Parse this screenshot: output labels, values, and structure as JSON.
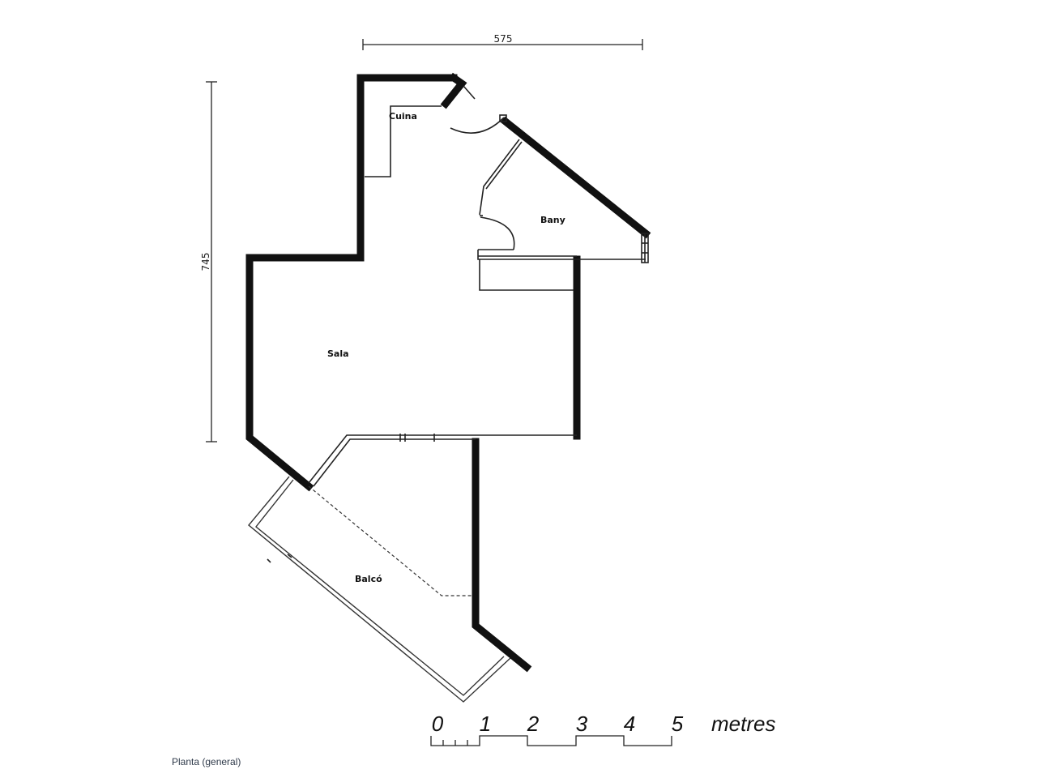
{
  "rooms": {
    "cuina": "Cuina",
    "bany": "Bany",
    "sala": "Sala",
    "balco": "Balcó"
  },
  "dimensions": {
    "width": "575",
    "height": "745"
  },
  "scale_bar": {
    "ticks": [
      "0",
      "1",
      "2",
      "3",
      "4",
      "5"
    ],
    "unit": "metres"
  },
  "caption": "Planta (general)"
}
